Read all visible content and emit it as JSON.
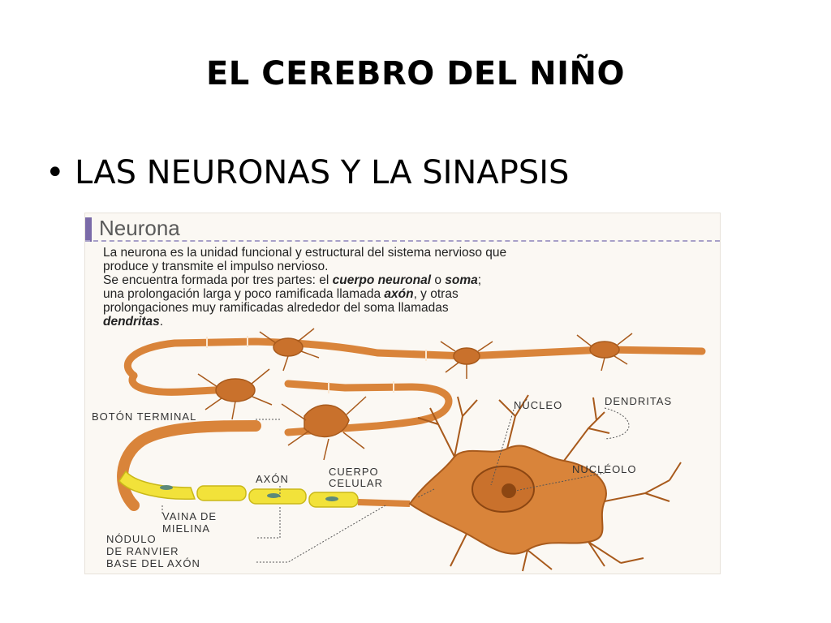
{
  "slide": {
    "title": "EL CEREBRO DEL NIÑO",
    "bullet": "LAS NEURONAS Y LA SINAPSIS"
  },
  "figure": {
    "heading": "Neurona",
    "text": {
      "l1": "La neurona es la unidad funcional y estructural del sistema nervioso que",
      "l2": "produce y transmite el impulso nervioso.",
      "l3": "Se encuentra formada por tres partes: el ",
      "l3b": "cuerpo neuronal",
      "l3c": " o ",
      "l3d": "soma",
      "l3e": ";",
      "l4": "una prolongación larga y poco ramificada llamada ",
      "l4b": "axón",
      "l4c": ", y otras",
      "l5": "prolongaciones muy ramificadas alrededor del soma llamadas",
      "l6": "dendritas",
      "l6b": "."
    },
    "labels": {
      "boton": "BOTÓN TERMINAL",
      "nucleo": "NÚCLEO",
      "dendritas": "DENDRITAS",
      "axon": "AXÓN",
      "cuerpo1": "CUERPO",
      "cuerpo2": "CELULAR",
      "nucleolo": "NUCLÉOLO",
      "vaina1": "VAINA DE",
      "vaina2": "MIELINA",
      "nodulo1": "NÓDULO",
      "nodulo2": "DE RANVIER",
      "base": "BASE DEL AXÓN"
    },
    "colors": {
      "neuron": "#d9843a",
      "neuron_dark": "#a85a1c",
      "myelin": "#f2e23a",
      "accent_bar": "#7a6aa8"
    }
  }
}
